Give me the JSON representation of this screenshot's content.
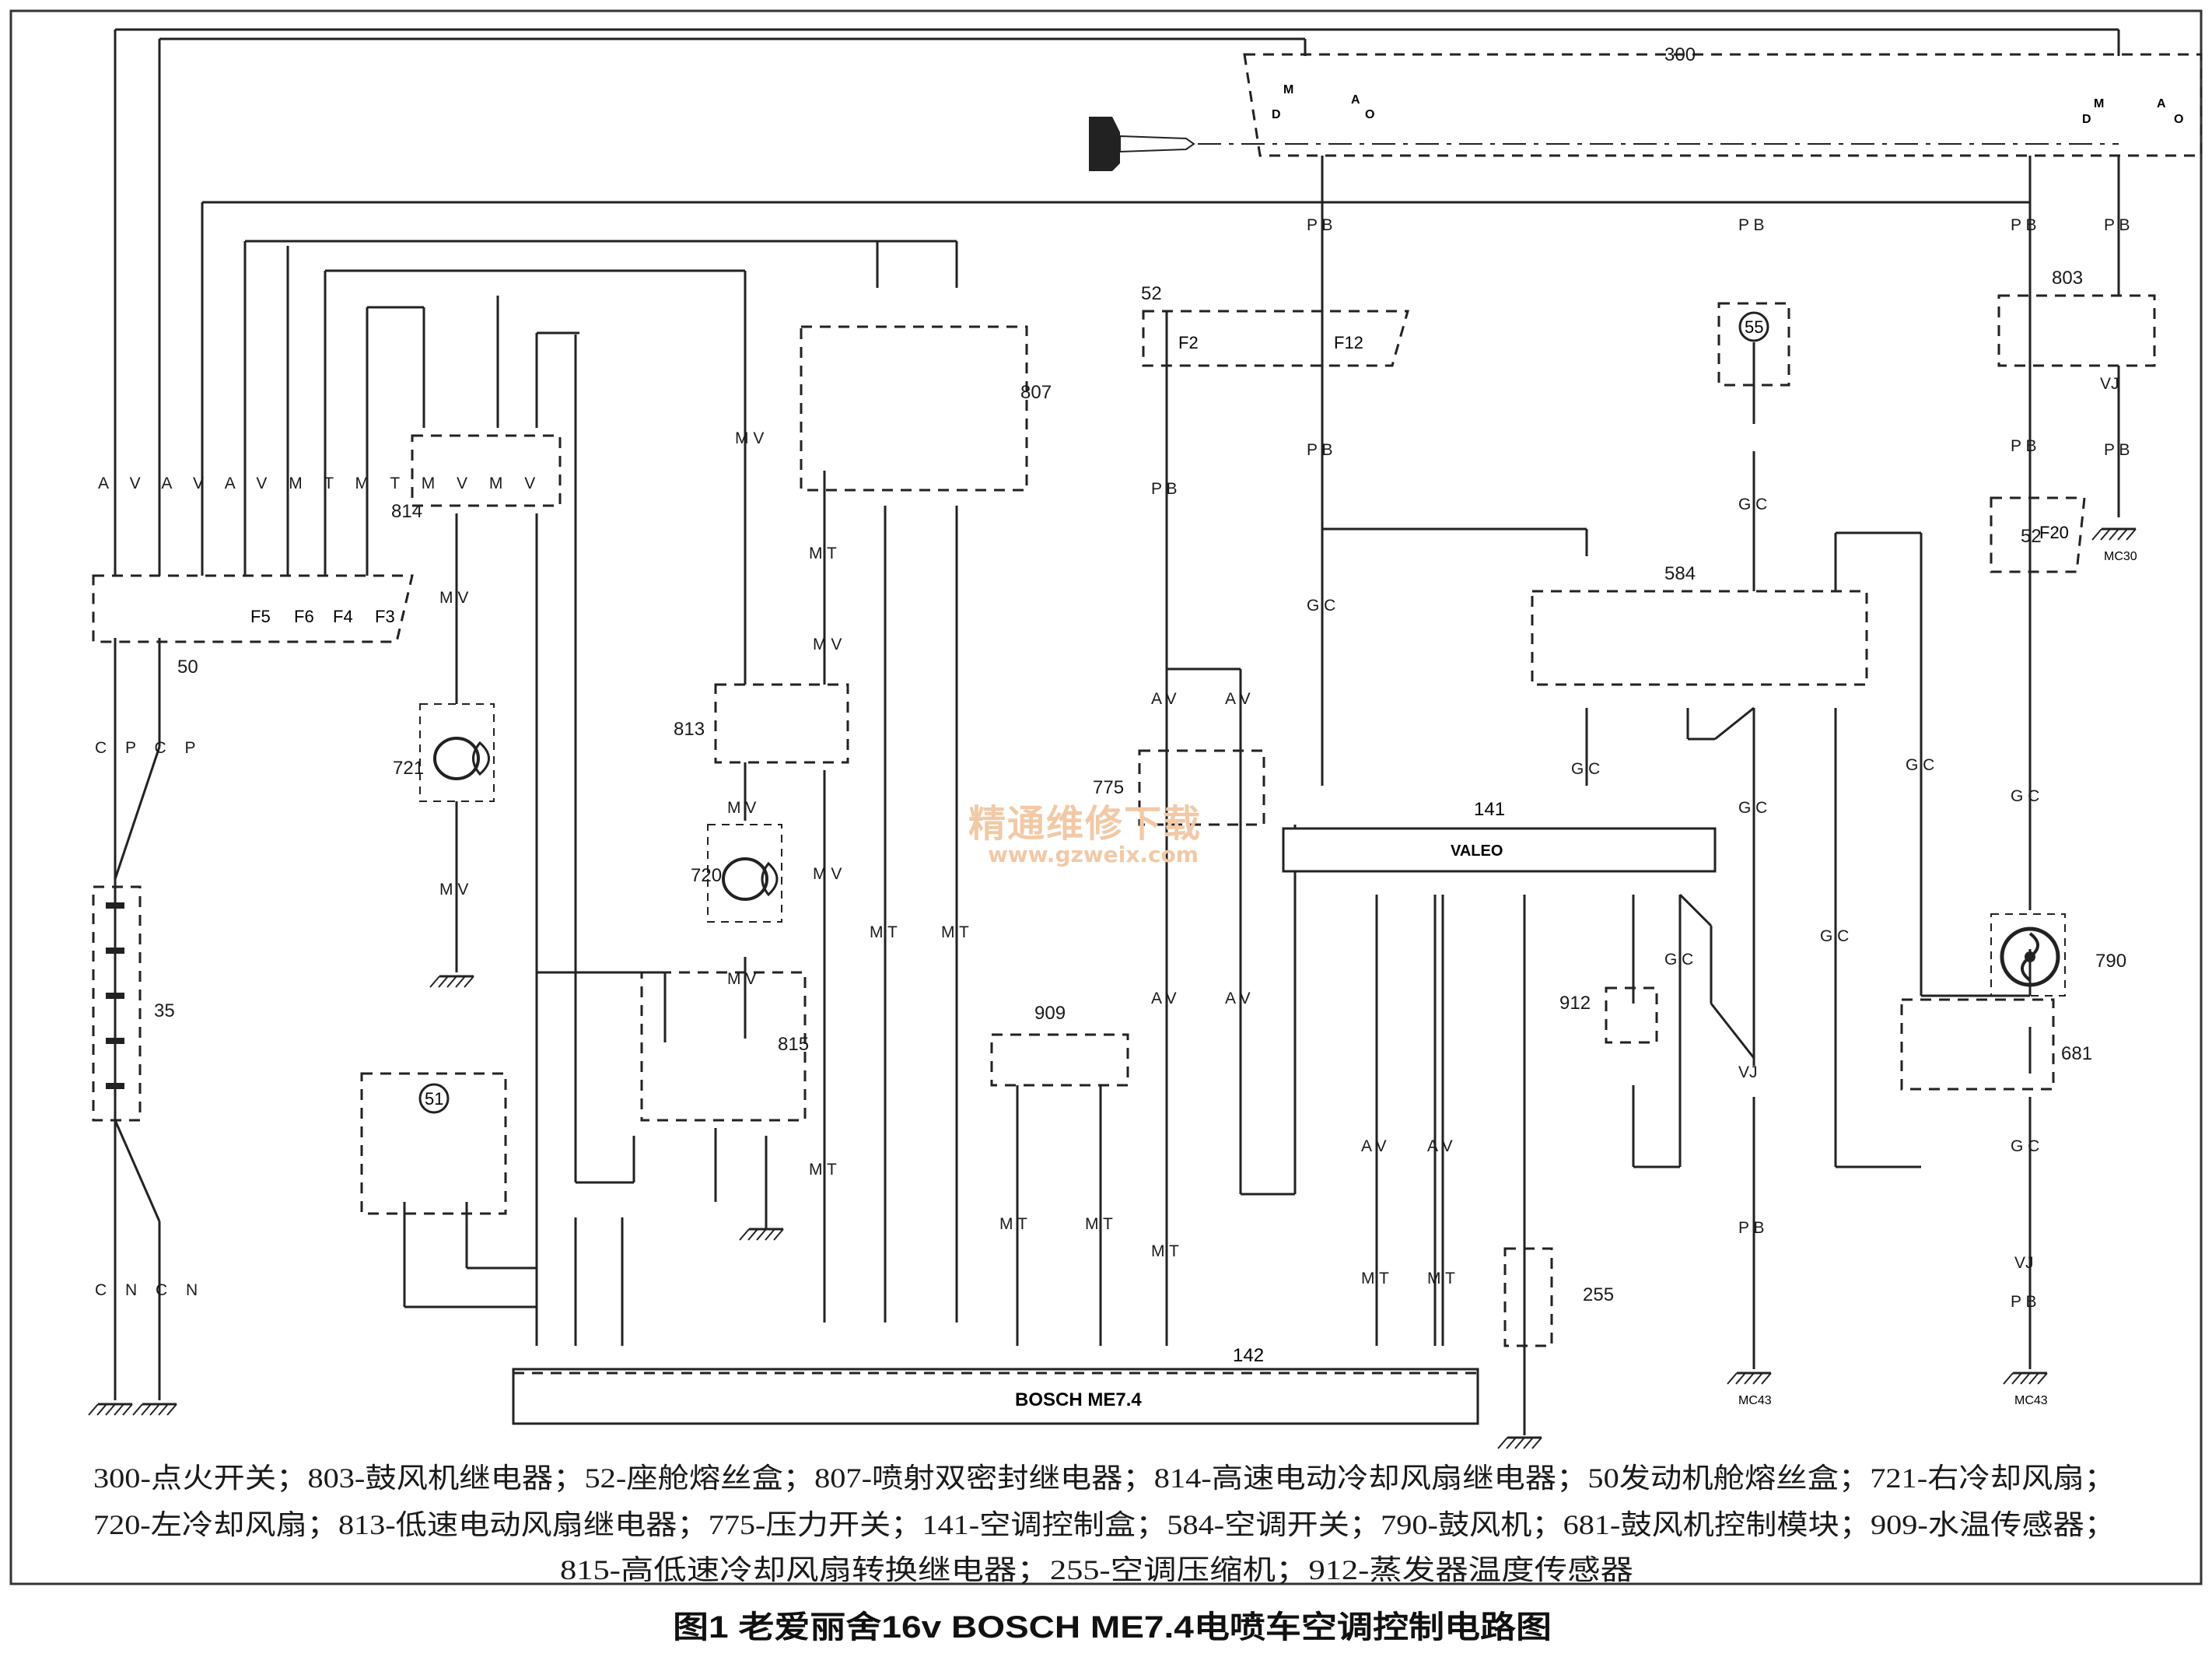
{
  "diagram": {
    "component_ids": {
      "ignition_switch": "300",
      "blower_relay": "803",
      "cabin_fusebox": "52",
      "injection_relay": "807",
      "hs_fan_relay": "814",
      "engine_fusebox": "50",
      "right_fan": "721",
      "left_fan": "720",
      "ls_fan_relay": "813",
      "pressure_switch": "775",
      "ac_control_box": "141",
      "ac_switch": "584",
      "blower": "790",
      "blower_module": "681",
      "water_temp_sensor": "909",
      "fan_changeover_relay": "815",
      "compressor": "255",
      "evap_temp_sensor": "912",
      "battery": "35",
      "ecu": "142",
      "ref_51": "51",
      "ref_55": "55",
      "cabin_fusebox_right": "52"
    },
    "labels": {
      "ecu_name": "BOSCH ME7.4",
      "ac_box_brand": "VALEO"
    },
    "fuses": {
      "F2": "F2",
      "F12": "F12",
      "F20": "F20",
      "F5": "F5",
      "F6": "F6",
      "F4": "F4",
      "F3": "F3"
    },
    "grounds": {
      "mc30": "MC30",
      "mc43_a": "MC43",
      "mc43_b": "MC43"
    },
    "ignition_positions": [
      "M",
      "D",
      "A",
      "O"
    ],
    "wire_codes": {
      "top_bundle": "A V A V A V M T M T M V M V",
      "pb": "P B",
      "gc": "G C",
      "mv": "M V",
      "mt": "M T",
      "av": "A V",
      "cpcp": "C P C P",
      "cncn": "C N C N",
      "vj": "VJ"
    },
    "watermark": {
      "cn": "精通维修下载",
      "url": "www.gzweix.com"
    }
  },
  "legend": {
    "line1": "300-点火开关；803-鼓风机继电器；52-座舱熔丝盒；807-喷射双密封继电器；814-高速电动冷却风扇继电器；50发动机舱熔丝盒；721-右冷却风扇；",
    "line2": "720-左冷却风扇；813-低速电动风扇继电器；775-压力开关；141-空调控制盒；584-空调开关；790-鼓风机；681-鼓风机控制模块；909-水温传感器；",
    "line3": "815-高低速冷却风扇转换继电器；255-空调压缩机；912-蒸发器温度传感器"
  },
  "caption": "图1 老爱丽舍16v BOSCH ME7.4电喷车空调控制电路图"
}
